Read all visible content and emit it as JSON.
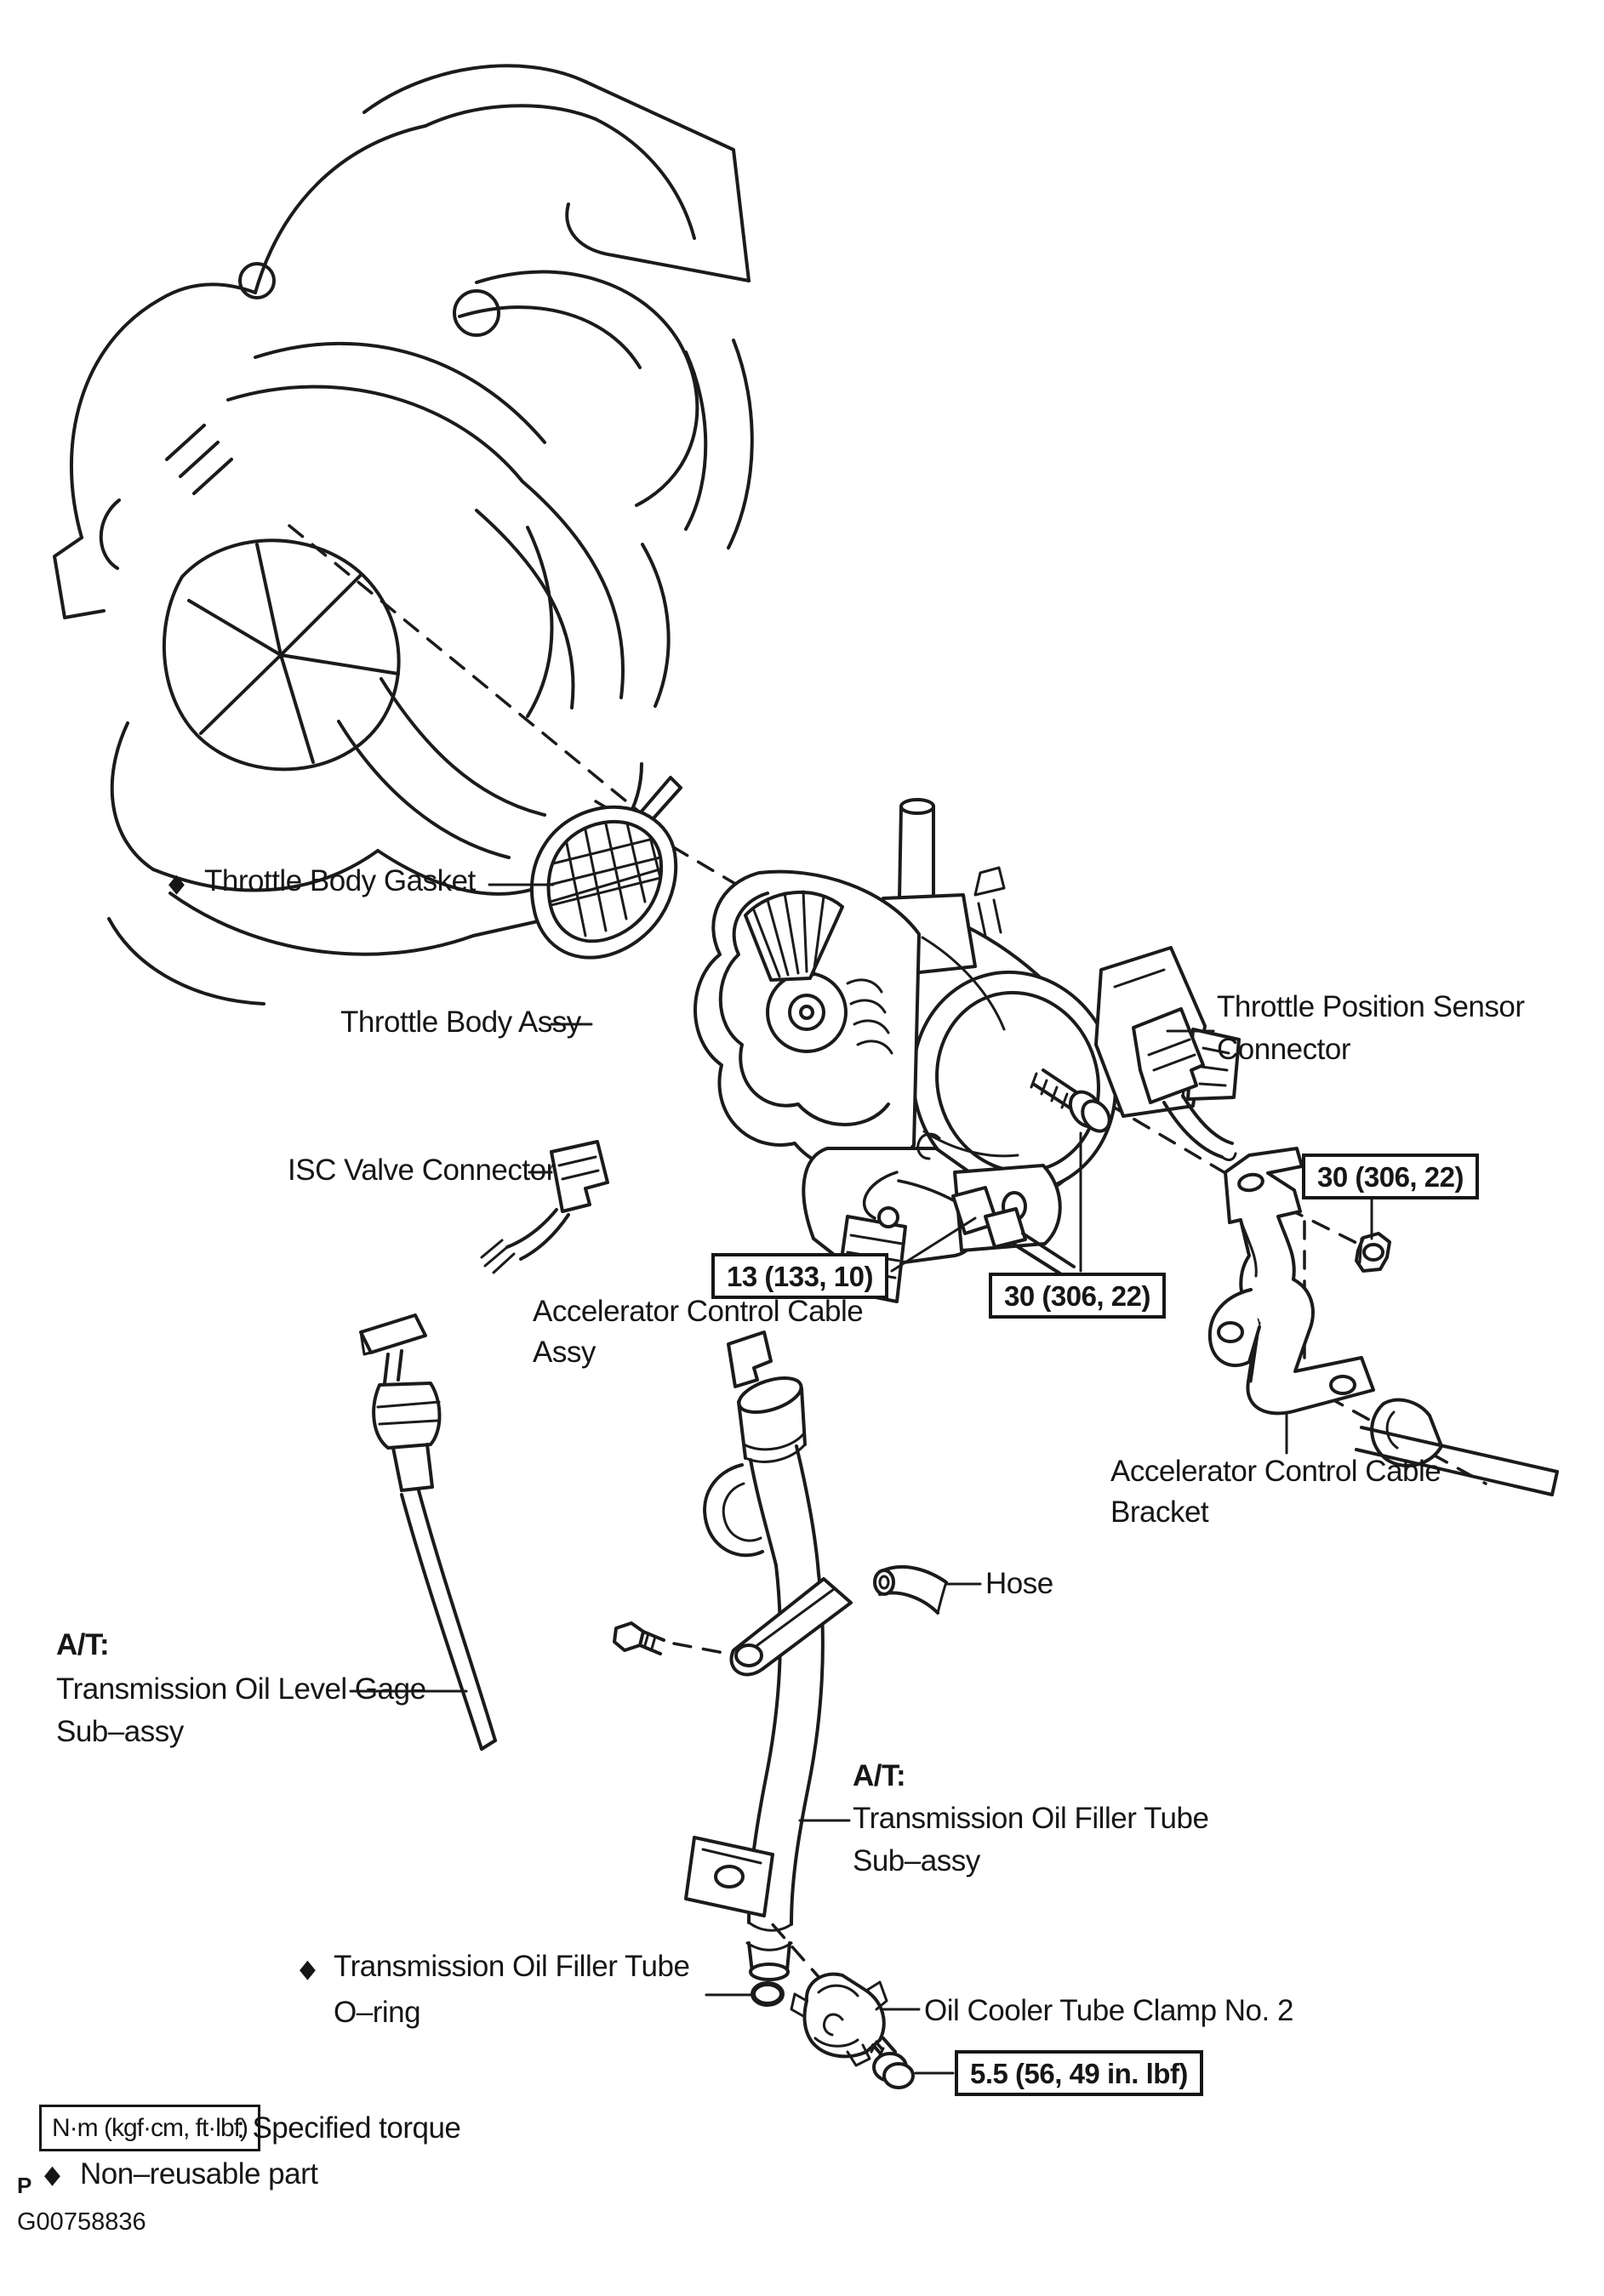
{
  "figure": {
    "figure_id": "G00758836",
    "page_marker": "P",
    "symbols": {
      "diamond": "◆"
    },
    "labels": {
      "throttle_body_gasket": "Throttle Body Gasket",
      "throttle_body_assy": "Throttle Body Assy",
      "tps_connector_1": "Throttle Position Sensor",
      "tps_connector_2": "Connector",
      "isc_valve_connector": "ISC Valve Connector",
      "accel_cable_1": "Accelerator Control Cable",
      "accel_cable_2": "Assy",
      "accel_bracket_1": "Accelerator Control Cable",
      "accel_bracket_2": "Bracket",
      "hose": "Hose",
      "at": "A/T:",
      "level_gage_1": "Transmission Oil Level Gage",
      "level_gage_2": "Sub–assy",
      "filler_tube_1": "Transmission Oil Filler Tube",
      "filler_tube_2": "Sub–assy",
      "oring_1": "Transmission Oil Filler Tube",
      "oring_2": "O–ring",
      "oil_cooler_clamp": "Oil Cooler Tube Clamp No. 2"
    },
    "torques": {
      "accel_cable_nut": "13 (133, 10)",
      "bracket_bolt": "30 (306, 22)",
      "bracket_nut": "30 (306, 22)",
      "clamp_bolt": "5.5 (56, 49 in. lbf)"
    },
    "legend": {
      "units": "N·m (kgf·cm, ft·lbf)",
      "units_caption": ": Specified torque",
      "nonreusable": "Non–reusable part"
    }
  }
}
